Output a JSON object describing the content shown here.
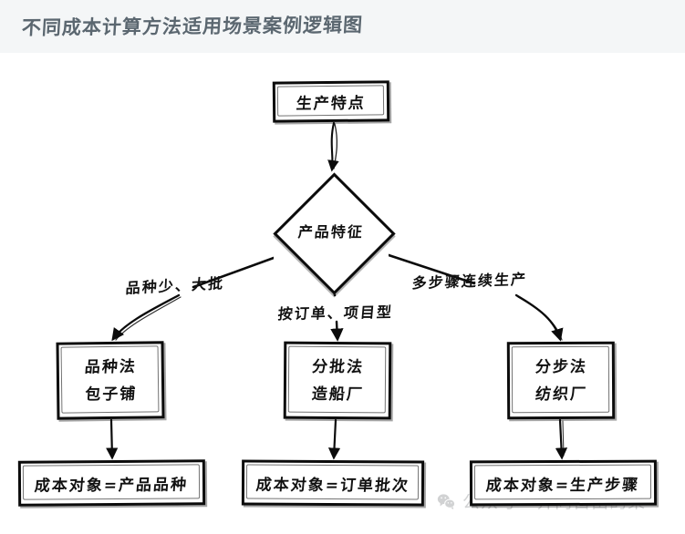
{
  "header": {
    "title": "不同成本计算方法适用场景案例逻辑图",
    "background_color": "#f4f6f7",
    "text_color": "#5b6770"
  },
  "diagram": {
    "type": "flowchart",
    "style": "hand-drawn",
    "stroke_color": "#0b0b0b",
    "fill_color": "#ffffff",
    "nodes": {
      "start": {
        "shape": "rectangle",
        "label": "生产特点"
      },
      "decision": {
        "shape": "diamond",
        "label": "产品特征"
      },
      "method_left": {
        "shape": "rectangle",
        "line1": "品种法",
        "line2": "包子铺"
      },
      "method_mid": {
        "shape": "rectangle",
        "line1": "分批法",
        "line2": "造船厂"
      },
      "method_right": {
        "shape": "rectangle",
        "line1": "分步法",
        "line2": "纺织厂"
      },
      "result_left": {
        "shape": "rectangle",
        "label": "成本对象=产品品种"
      },
      "result_mid": {
        "shape": "rectangle",
        "label": "成本对象=订单批次"
      },
      "result_right": {
        "shape": "rectangle",
        "label": "成本对象=生产步骤"
      }
    },
    "edge_labels": {
      "left": "品种少、大批",
      "mid": "按订单、项目型",
      "right": "多步骤连续生产"
    }
  },
  "watermark": {
    "text": "公众号 · 奔向自由的果",
    "icon": "wechat-icon",
    "color": "#c9cbcc"
  }
}
